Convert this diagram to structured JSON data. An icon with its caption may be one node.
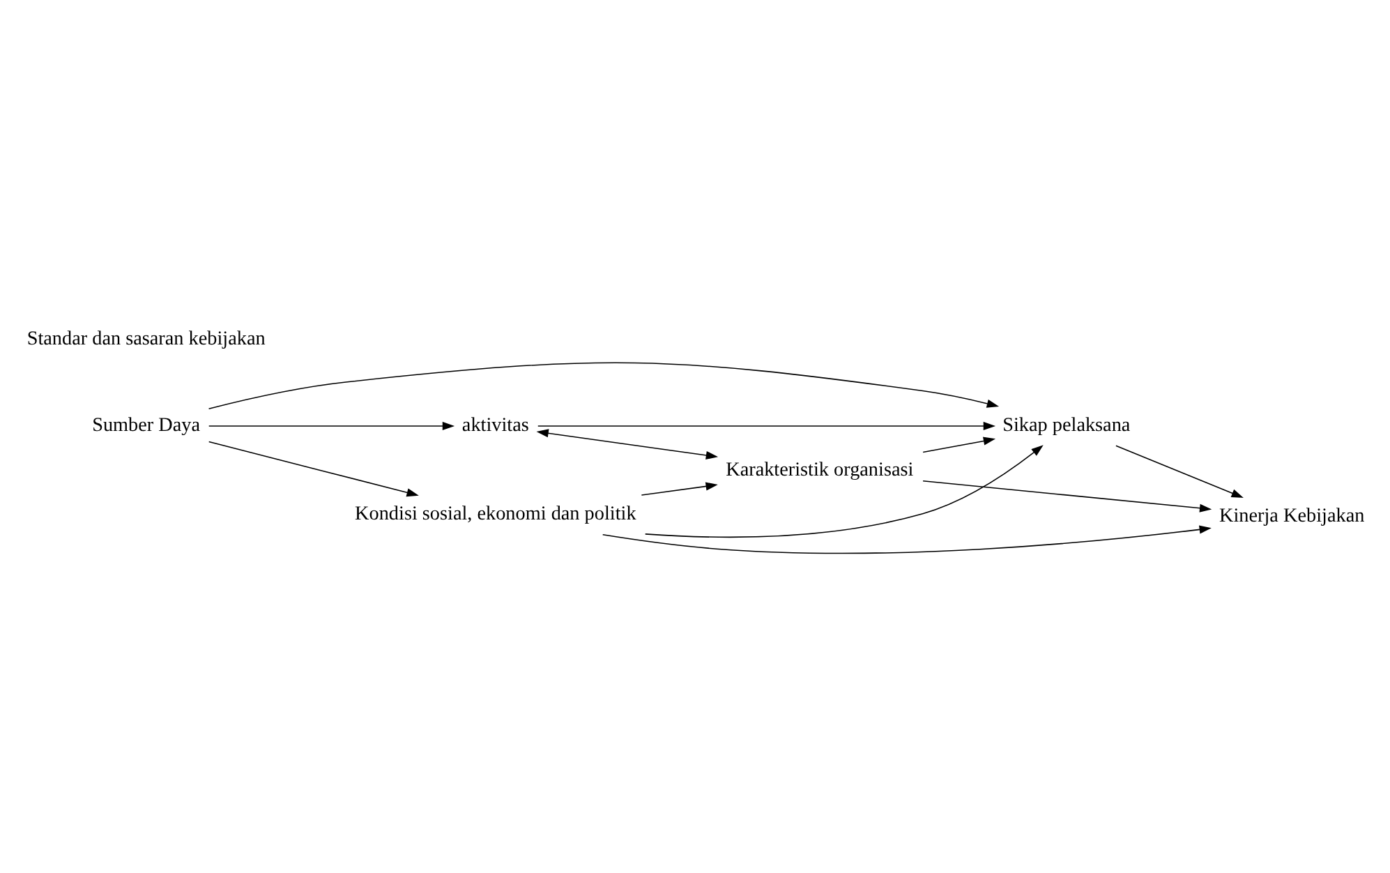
{
  "diagram": {
    "nodes": [
      {
        "text": [
          "aktivitas"
        ]
      },
      {
        "text": [
          "Karakteristik organisasi"
        ]
      },
      {
        "text": [
          "Sikap pelaksana"
        ]
      },
      {
        "text": [
          "Kinerja Kebijakan"
        ]
      },
      {
        "text": [
          "Sumber Daya"
        ]
      },
      {
        "text": [
          "Kondisi sosial, ekonomi dan politik"
        ]
      }
    ],
    "edges": [
      {
        "from": 4,
        "to": 0,
        "arrow": "to"
      },
      {
        "from": 0,
        "to": 2,
        "arrow": "to"
      },
      {
        "from": 0,
        "to": 1,
        "arrow": "both"
      },
      {
        "from": 1,
        "to": 3,
        "arrow": "to"
      },
      {
        "from": 1,
        "to": 2,
        "arrow": "to"
      },
      {
        "from": 2,
        "to": 3,
        "arrow": "to"
      },
      {
        "from": 4,
        "to": 2,
        "arrow": "to"
      },
      {
        "from": 4,
        "to": 5,
        "arrow": "to"
      },
      {
        "from": 5,
        "to": 1,
        "arrow": "to"
      },
      {
        "from": 5,
        "to": 2,
        "arrow": "to"
      },
      {
        "from": 5,
        "to": 3,
        "arrow": "to"
      }
    ],
    "labels": [
      "Standar dan sasaran kebijakan"
    ]
  }
}
